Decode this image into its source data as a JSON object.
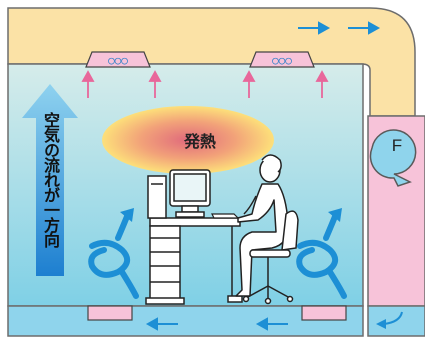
{
  "diagram": {
    "airflow_label": "空気の流れが一方向",
    "heat_label": "発熱",
    "fan_label": "F",
    "vent_label": "○○○"
  },
  "colors": {
    "ceiling": "#fbe2a6",
    "room_top": "#cfe9ea",
    "room_bottom": "#7fd0e6",
    "floor": "#8fd4ec",
    "fan_unit": "#f7c3d9",
    "arrow_blue": "#1d8fd5",
    "arrow_pink": "#e8679b",
    "heat_core": "#e77f86",
    "heat_glow": "#fde07a"
  }
}
